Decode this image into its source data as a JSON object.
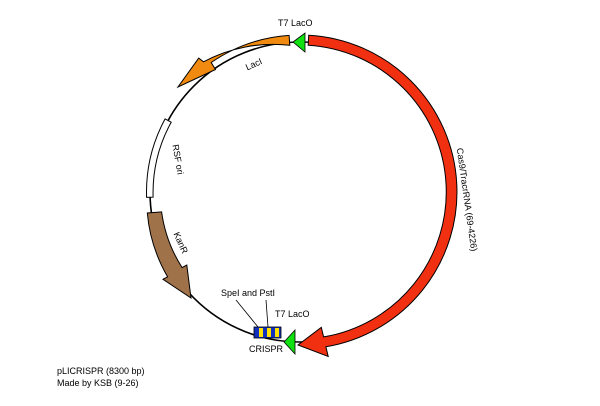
{
  "plasmid": {
    "name_line": "pLICRISPR (8300 bp)",
    "credit_line": "Made by KSB (9-26)"
  },
  "features": {
    "t7_laco_top": "T7 LacO",
    "laci": "LacI",
    "rsf_ori": "RSF ori",
    "kanr": "KanR",
    "t7_laco_bottom": "T7 LacO",
    "crispr": "CRISPR",
    "cas9": "Cas9/TracrRNA (69-4226)",
    "spei_psti": "SpeI and PstI"
  },
  "colors": {
    "cas9": "#f03010",
    "laci": "#f08a10",
    "kanr": "#a0724a",
    "ori": "#ffffff",
    "promoter": "#10e010",
    "crispr_repeat": "#ffe000",
    "crispr_spacer": "#1030c0"
  }
}
